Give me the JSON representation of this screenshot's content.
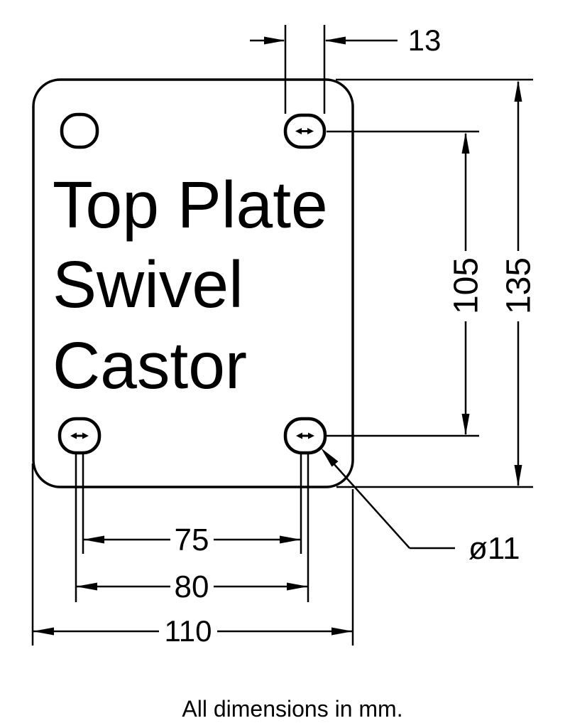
{
  "drawing": {
    "title_lines": [
      "Top Plate",
      "Swivel",
      "Castor"
    ],
    "note": "All dimensions in mm.",
    "dimensions": {
      "slot_length_mm": "13",
      "vertical_hole_span_mm": "105",
      "plate_height_mm": "135",
      "inner_hole_span_mm": "75",
      "outer_hole_span_mm": "80",
      "plate_width_mm": "110",
      "hole_diameter_label": "ø11"
    },
    "colors": {
      "line": "#000000",
      "background": "#ffffff"
    }
  }
}
